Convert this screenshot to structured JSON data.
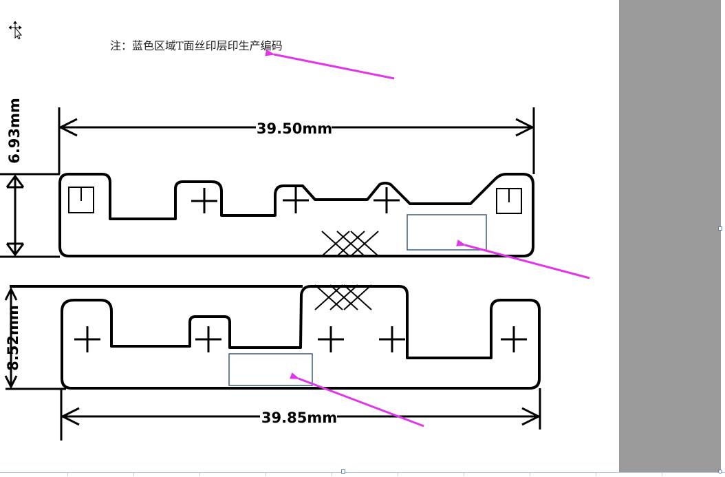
{
  "note": {
    "text": "注：蓝色区域T面丝印层印生产编码"
  },
  "dimensions": {
    "top_width": "39.50mm",
    "top_height": "6.93mm",
    "bottom_width": "39.85mm",
    "bottom_height": "8.52mm"
  },
  "colors": {
    "outline": "#000000",
    "code_area": "#3b5a7a",
    "arrow": "#e234e8",
    "side_panel": "#9b9b9b"
  },
  "icons": {
    "cursor": "move-cursor-icon",
    "parts": [
      "square-pad-icon",
      "plus-mark-icon",
      "cross-hatch-icon"
    ]
  }
}
